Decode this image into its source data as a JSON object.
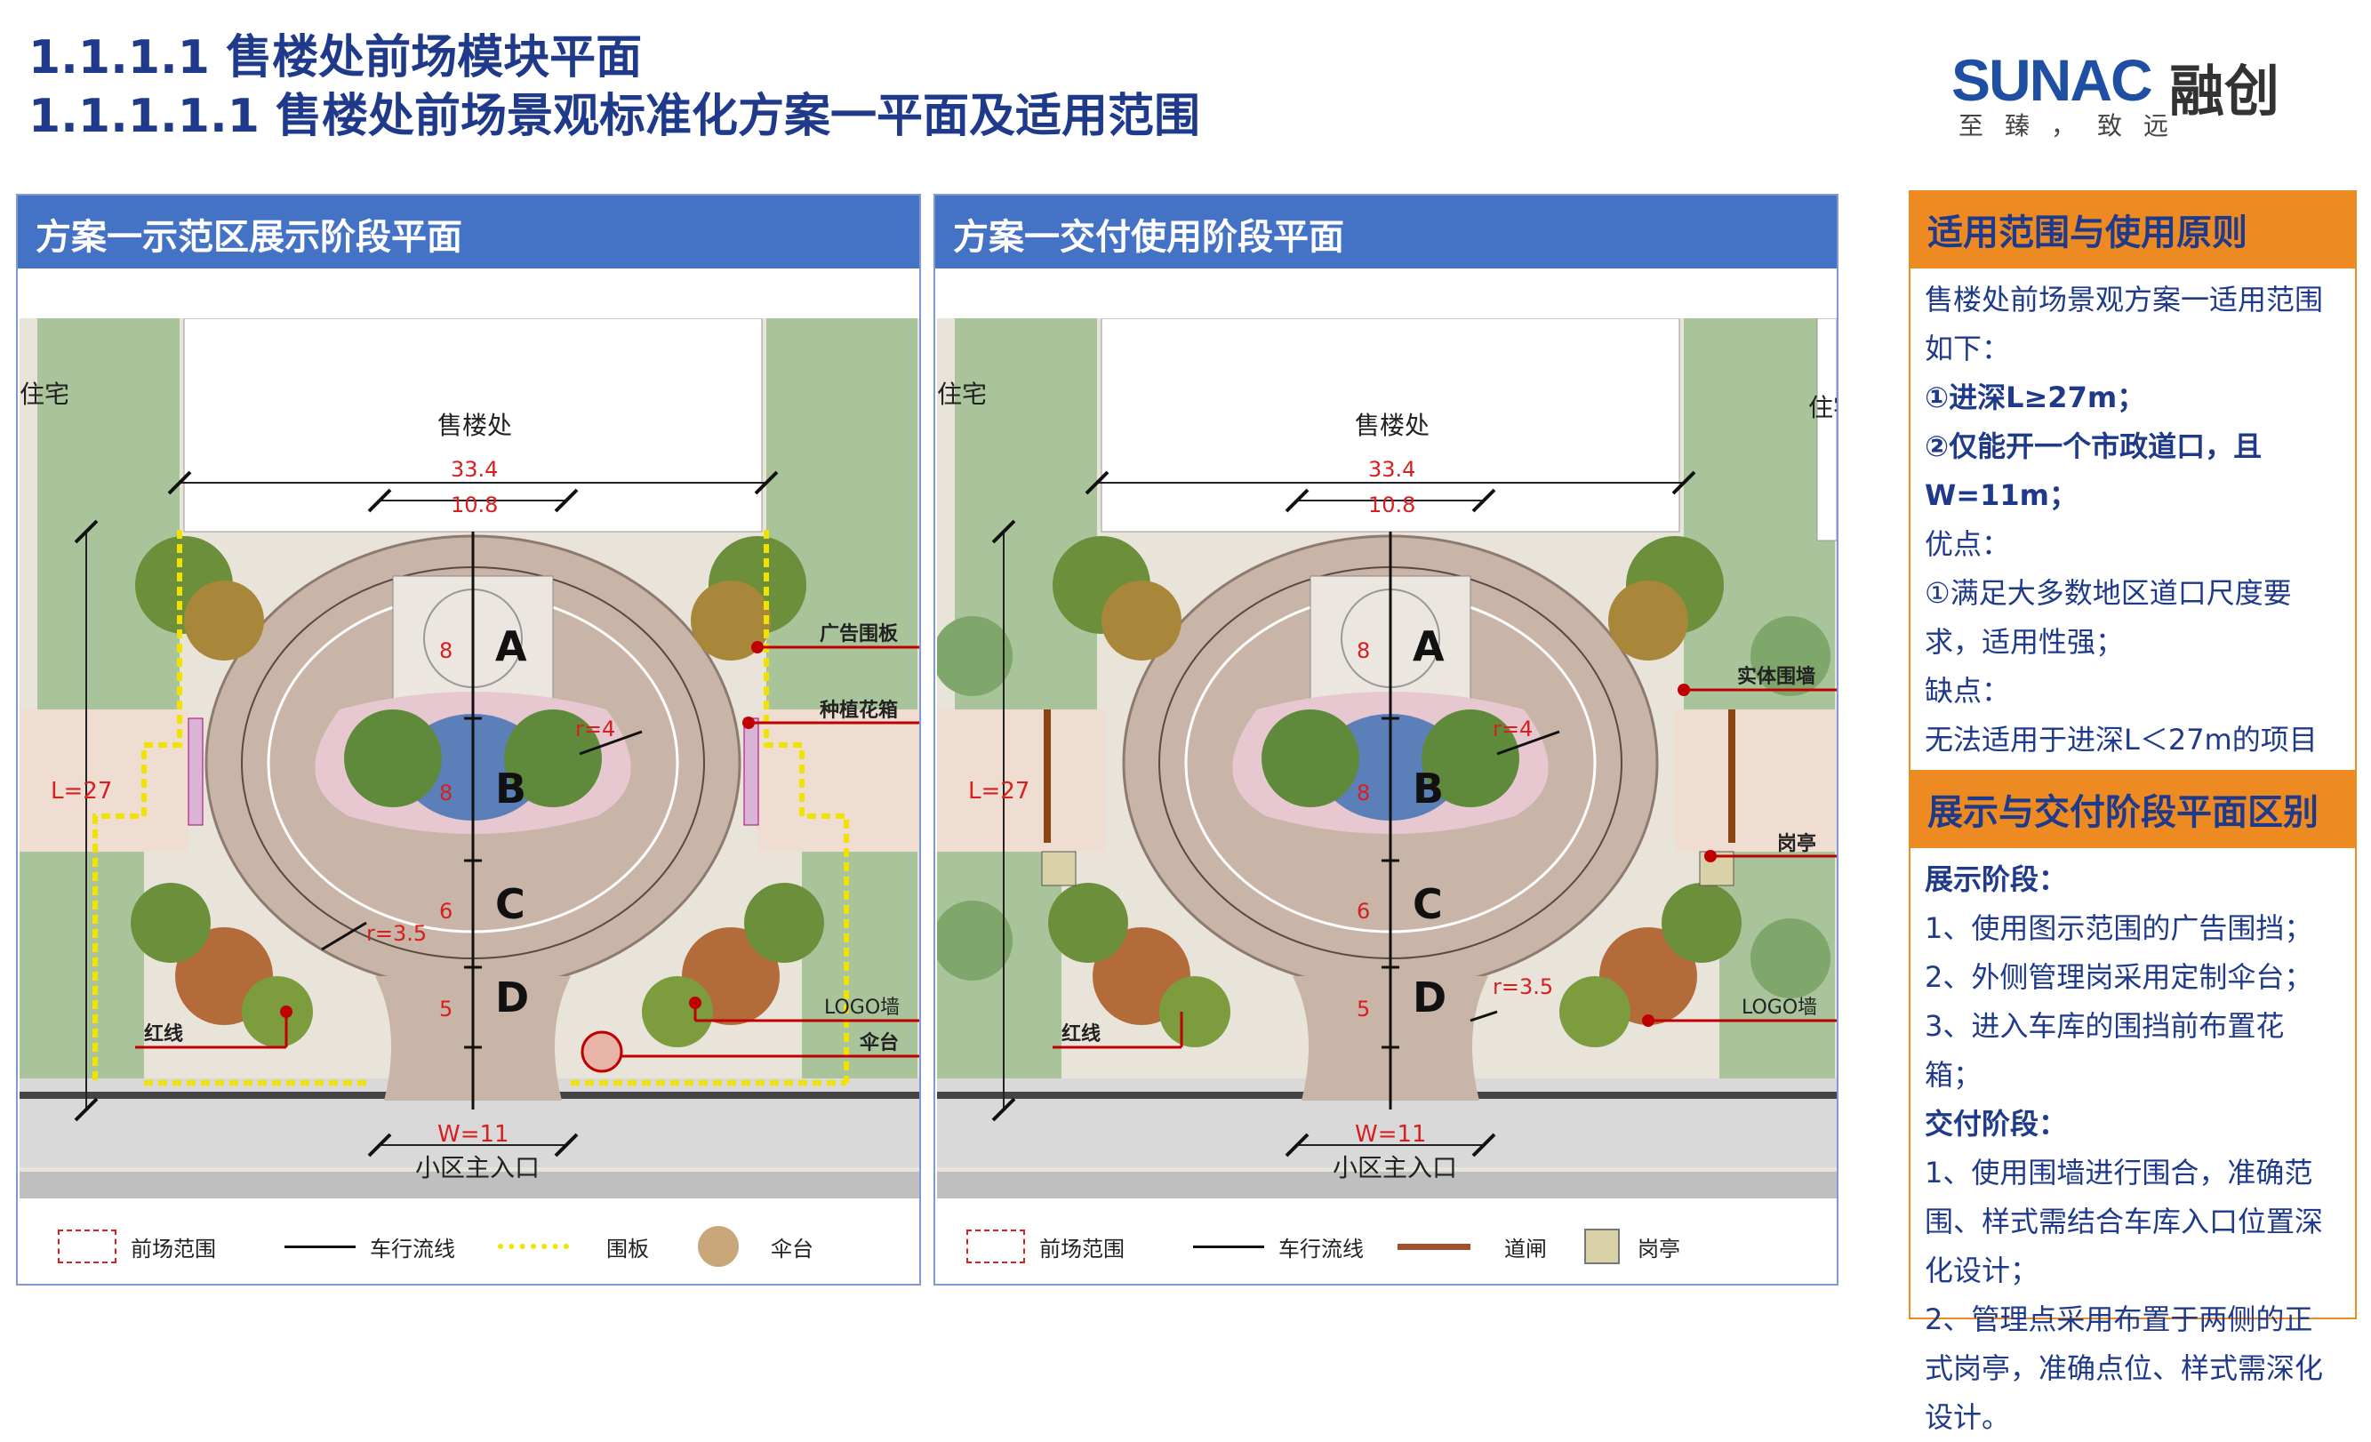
{
  "header": {
    "title1": "1.1.1.1 售楼处前场模块平面",
    "title2": "1.1.1.1.1 售楼处前场景观标准化方案一平面及适用范围"
  },
  "logo": {
    "brand": "SUNAC",
    "cn": "融创",
    "slogan": "至臻，致远"
  },
  "panel1": {
    "title": "方案一示范区展示阶段平面",
    "labels": {
      "residential_left": "住宅",
      "sales_office": "售楼处",
      "dim_total": "33.4",
      "dim_inner": "10.8",
      "zone_a": "A",
      "zone_b": "B",
      "zone_c": "C",
      "zone_d": "D",
      "depth_a": "8",
      "depth_b": "8",
      "depth_c": "6",
      "depth_d": "5",
      "radius1": "r=4",
      "radius2": "r=3.5",
      "length": "L=27",
      "width": "W=11",
      "entrance": "小区主入口",
      "ad_board": "广告围板",
      "planter": "种植花箱",
      "logo_wall": "LOGO墙",
      "umbrella": "伞台",
      "red_line": "红线"
    },
    "legend": [
      "前场范围",
      "车行流线",
      "围板",
      "伞台"
    ]
  },
  "panel2": {
    "title": "方案一交付使用阶段平面",
    "labels": {
      "residential_left": "住宅",
      "residential_right": "住宅",
      "sales_office": "售楼处",
      "dim_total": "33.4",
      "dim_inner": "10.8",
      "zone_a": "A",
      "zone_b": "B",
      "zone_c": "C",
      "zone_d": "D",
      "depth_a": "8",
      "depth_b": "8",
      "depth_c": "6",
      "depth_d": "5",
      "radius1": "r=4",
      "radius2": "r=3.5",
      "length": "L=27",
      "width": "W=11",
      "entrance": "小区主入口",
      "solid_wall": "实体围墙",
      "guard_booth": "岗亭",
      "logo_wall": "LOGO墙",
      "red_line": "红线"
    },
    "legend": [
      "前场范围",
      "车行流线",
      "道闸",
      "岗亭"
    ]
  },
  "side1": {
    "title": "适用范围与使用原则",
    "lines": [
      "售楼处前场景观方案一适用范围如下：",
      "①进深L≥27m；",
      "②仅能开一个市政道口，且W=11m；",
      "优点：",
      "①满足大多数地区道口尺度要求，适用性强；",
      "缺点：",
      "无法适用于进深L＜27m的项目"
    ]
  },
  "side2": {
    "title": "展示与交付阶段平面区别",
    "lines": [
      "展示阶段：",
      "1、使用图示范围的广告围挡；",
      "2、外侧管理岗采用定制伞台；",
      "3、进入车库的围挡前布置花箱；",
      "交付阶段：",
      "1、使用围墙进行围合，准确范围、样式需结合车库入口位置深化设计；",
      "2、管理点采用布置于两侧的正式岗亭，准确点位、样式需深化设计。"
    ]
  },
  "colors": {
    "title": "#1f3a8a",
    "panel_head": "#4472c4",
    "side_head": "#ed8b22",
    "dim_red": "#d62020"
  }
}
